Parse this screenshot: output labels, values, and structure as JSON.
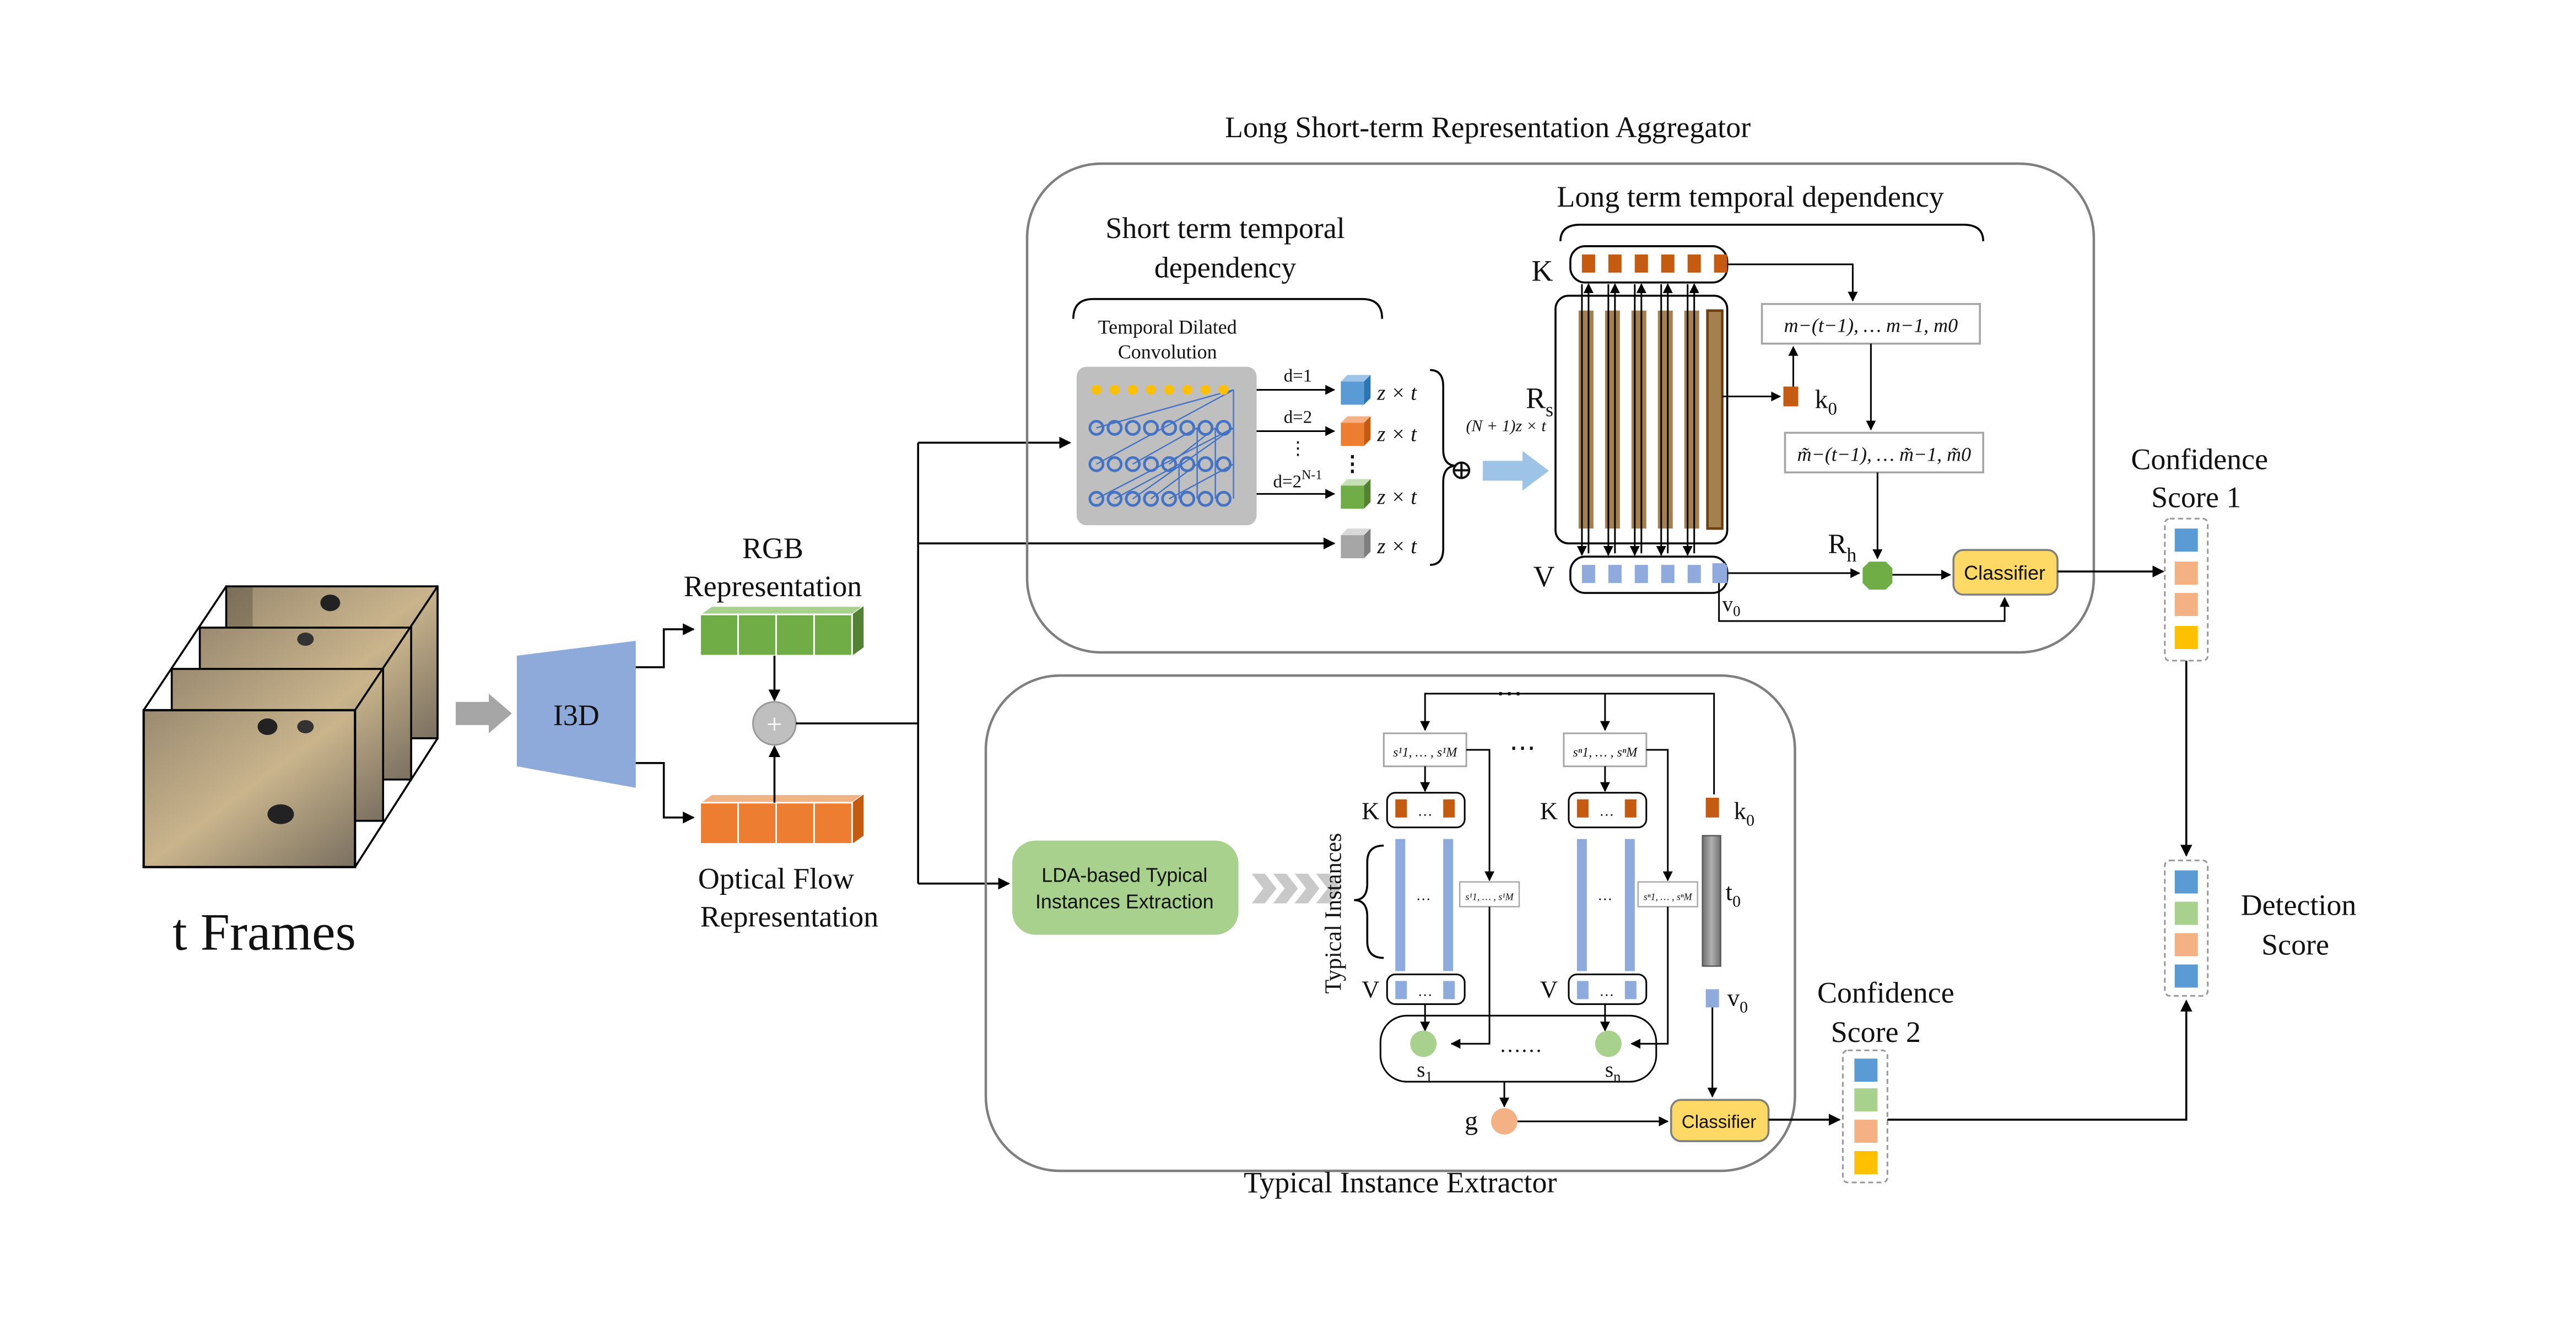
{
  "frames": {
    "label": "t Frames"
  },
  "encoder": {
    "label": "I3D"
  },
  "rgb": {
    "line1": "RGB",
    "line2": "Representation"
  },
  "flow": {
    "line1": "Optical Flow",
    "line2": "Representation"
  },
  "plus_symbol": "+",
  "oplus_symbol": "⊕",
  "aggregator": {
    "title": "Long Short-term Representation Aggregator",
    "short_term": {
      "line1": "Short term temporal",
      "line2": "dependency",
      "conv_line1": "Temporal Dilated",
      "conv_line2": "Convolution",
      "d1": "d=1",
      "d2": "d=2",
      "vdots": "⋮",
      "dN_base": "d=2",
      "dN_sup": "N-1",
      "feature": "z × t",
      "concat": "(N + 1)z × t"
    },
    "long_term": {
      "title": "Long term temporal dependency",
      "K": "K",
      "V": "V",
      "Rs": "R",
      "Rs_sub": "s",
      "Rh": "R",
      "Rh_sub": "h",
      "k0": "k",
      "k0_sub": "0",
      "v0": "v",
      "v0_sub": "0",
      "memory": "m−(t−1), … m−1, m0",
      "memory_updated": "m̃−(t−1), … m̃−1, m̃0",
      "classifier": "Classifier"
    }
  },
  "confidence1": {
    "line1": "Confidence",
    "line2": "Score 1"
  },
  "confidence2": {
    "line1": "Confidence",
    "line2": "Score 2"
  },
  "detection": {
    "line1": "Detection",
    "line2": "Score"
  },
  "extractor": {
    "title": "Typical Instance Extractor",
    "lda_line1": "LDA-based Typical",
    "lda_line2": "Instances Extraction",
    "typical_instances": "Typical Instances",
    "K": "K",
    "V": "V",
    "s1_set": "s¹1, … , s¹M",
    "sn_set": "sⁿ1, … , sⁿM",
    "dots": "⋯",
    "ellipsis": "……",
    "s1": "s",
    "s1_sub": "1",
    "sn": "s",
    "sn_sub": "n",
    "g": "g",
    "k0": "k",
    "k0_sub": "0",
    "t0": "t",
    "t0_sub": "0",
    "v0": "v",
    "v0_sub": "0",
    "classifier": "Classifier"
  },
  "colors": {
    "rgb_green": "#70ad47",
    "flow_orange": "#ed7d31",
    "encoder_blue": "#8eaadb",
    "key_orange": "#c55a11",
    "value_blue": "#8faadc",
    "score_blue": "#5b9bd5",
    "score_green": "#a9d18e",
    "score_salmon": "#f4b183",
    "score_gold": "#ffc000",
    "classifier_yellow": "#ffd966",
    "lda_green": "#a9d18e",
    "memory_brown": "#a5804f",
    "yellow_node": "#ffc000"
  }
}
